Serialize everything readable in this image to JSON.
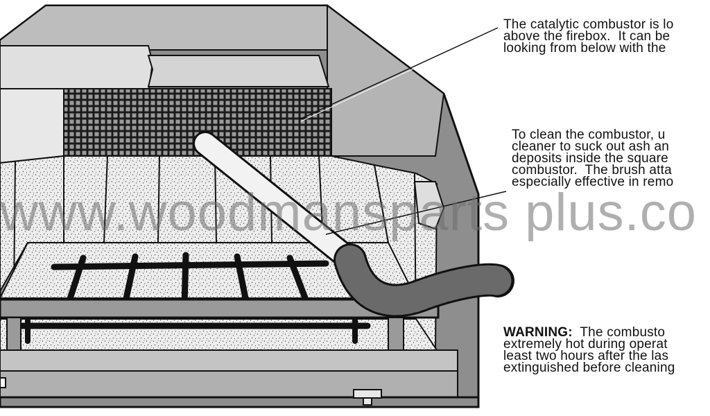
{
  "callouts": {
    "combustor_location": {
      "line1": "The catalytic combustor is lo",
      "line2": "above the firebox.  It can be",
      "line3": "looking from below with the"
    },
    "cleaning": {
      "line1": "To clean the combustor, u",
      "line2": "cleaner to suck out ash an",
      "line3": "deposits inside the square",
      "line4": "combustor.  The brush atta",
      "line5": "especially effective in remo"
    },
    "warning": {
      "label": "WARNING:",
      "line1_rest": "  The combusto",
      "line2": "extremely hot during operat",
      "line3": "least two hours after the las",
      "line4": "extinguished before cleaning"
    }
  },
  "watermark": "www.woodmansparts plus.co",
  "colors": {
    "line": "#111111",
    "shade_dark": "#8e8e8e",
    "shade_mid": "#bdbdbd",
    "shade_light": "#dcdcdc",
    "white": "#ffffff",
    "watermark": "#6e6e6e"
  }
}
